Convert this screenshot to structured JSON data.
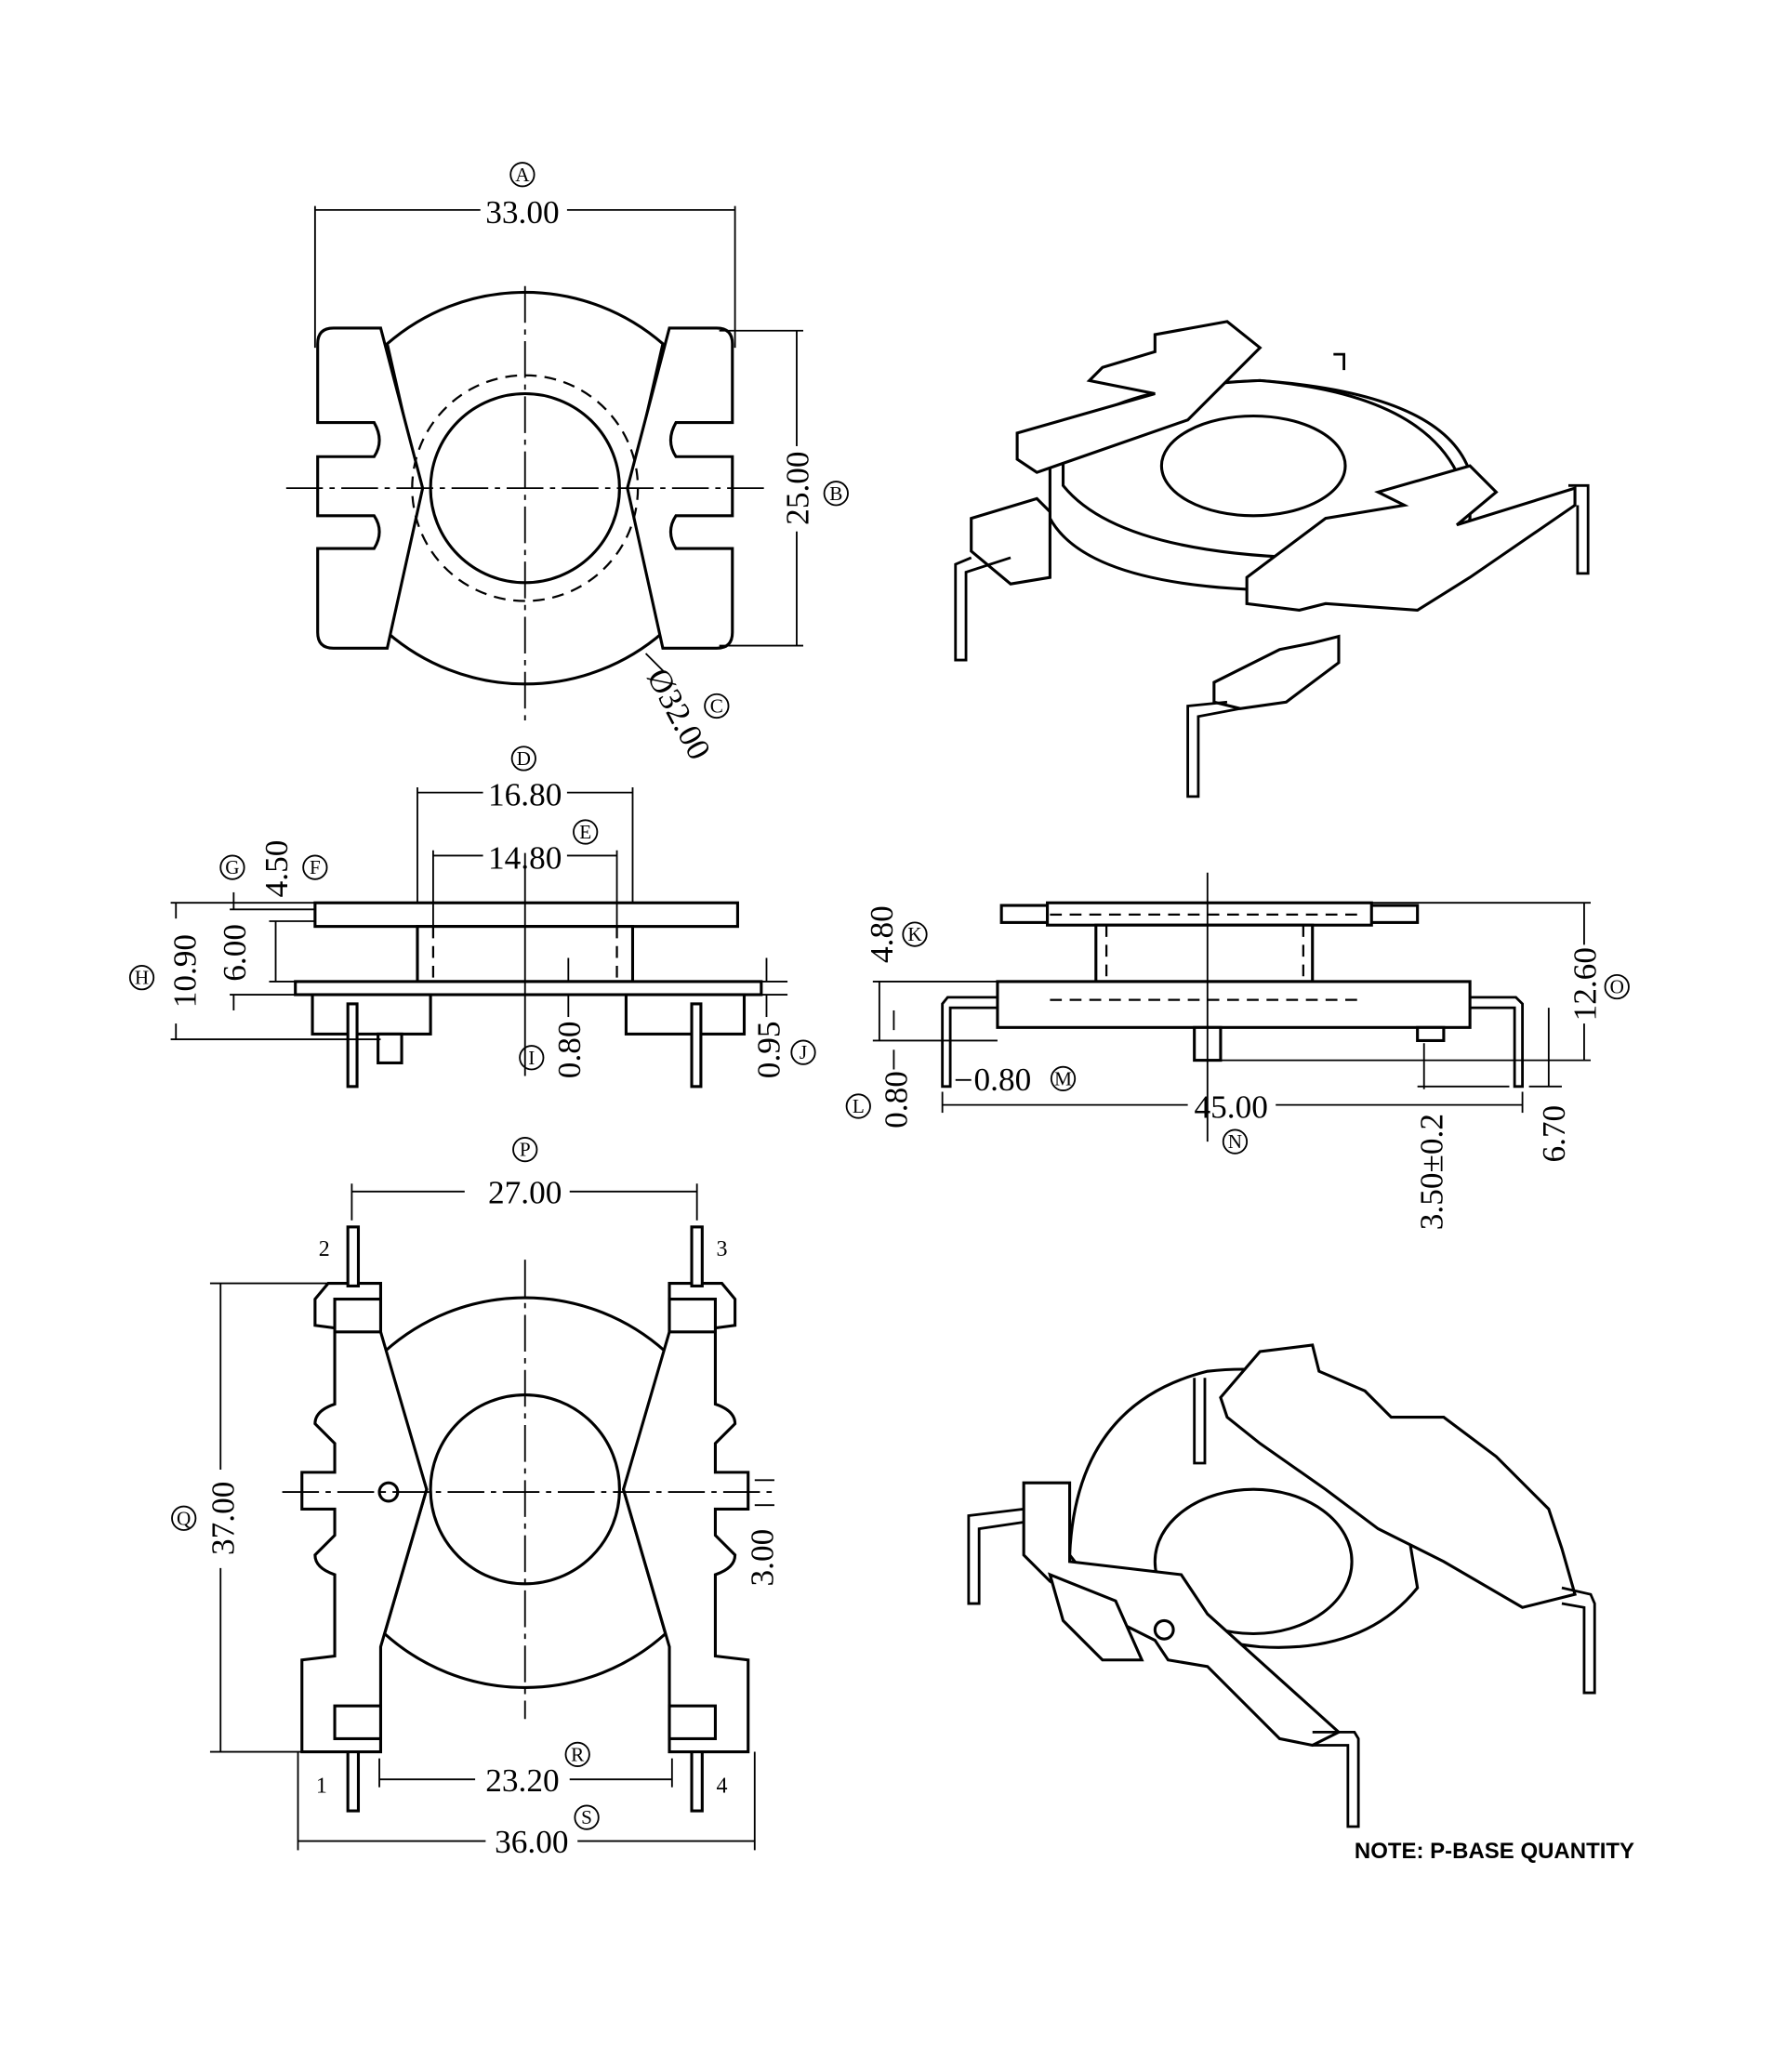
{
  "drawing": {
    "top_view": {
      "A": {
        "ref": "A",
        "value": "33.00"
      },
      "B": {
        "ref": "B",
        "value": "25.00"
      },
      "C": {
        "ref": "C",
        "value": "Ø32.00"
      }
    },
    "front_view": {
      "D": {
        "ref": "D",
        "value": "16.80"
      },
      "E": {
        "ref": "E",
        "value": "14.80"
      },
      "F": {
        "ref": "F",
        "value": "4.50"
      },
      "G": {
        "ref": "G",
        "value": "6.00"
      },
      "H": {
        "ref": "H",
        "value": "10.90"
      },
      "I": {
        "ref": "I",
        "value": "0.80"
      },
      "J": {
        "ref": "J",
        "value": "0.95"
      }
    },
    "side_view": {
      "K": {
        "ref": "K",
        "value": "4.80"
      },
      "L": {
        "ref": "L",
        "value": "0.80"
      },
      "M": {
        "ref": "M",
        "value": "0.80"
      },
      "N": {
        "ref": "N",
        "value": "45.00"
      },
      "O": {
        "ref": "O",
        "value": "12.60"
      },
      "T": {
        "value": "3.50±0.2"
      },
      "U": {
        "value": "6.70"
      }
    },
    "bottom_view": {
      "P": {
        "ref": "P",
        "value": "27.00"
      },
      "Q": {
        "ref": "Q",
        "value": "37.00"
      },
      "V": {
        "value": "3.00"
      },
      "R": {
        "ref": "R",
        "value": "23.20"
      },
      "S": {
        "ref": "S",
        "value": "36.00"
      },
      "pins": [
        "1",
        "2",
        "3",
        "4"
      ]
    },
    "note": "NOTE: P-BASE QUANTITY"
  }
}
